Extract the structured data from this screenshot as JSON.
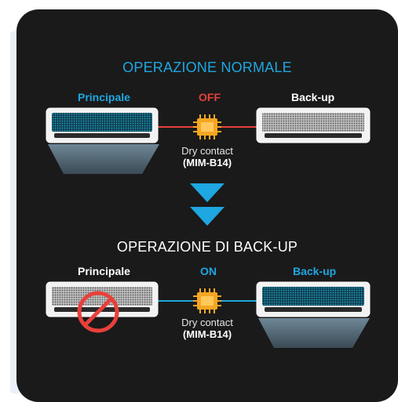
{
  "colors": {
    "accent_blue": "#1ea7e1",
    "accent_red": "#e8403b",
    "card_bg": "#1a1a1a",
    "panel_bg": "#eaf1f8",
    "chip": "#f5a623"
  },
  "normal": {
    "title": "OPERAZIONE NORMALE",
    "left_label": "Principale",
    "right_label": "Back-up",
    "status": "OFF",
    "contact_line1": "Dry contact",
    "contact_line2": "(MIM-B14)"
  },
  "backup": {
    "title": "OPERAZIONE DI BACK-UP",
    "left_label": "Principale",
    "right_label": "Back-up",
    "status": "ON",
    "contact_line1": "Dry contact",
    "contact_line2": "(MIM-B14)"
  },
  "icons": [
    "ac-unit-icon",
    "chip-icon",
    "prohibited-icon",
    "down-arrow-icon",
    "airflow-icon"
  ]
}
